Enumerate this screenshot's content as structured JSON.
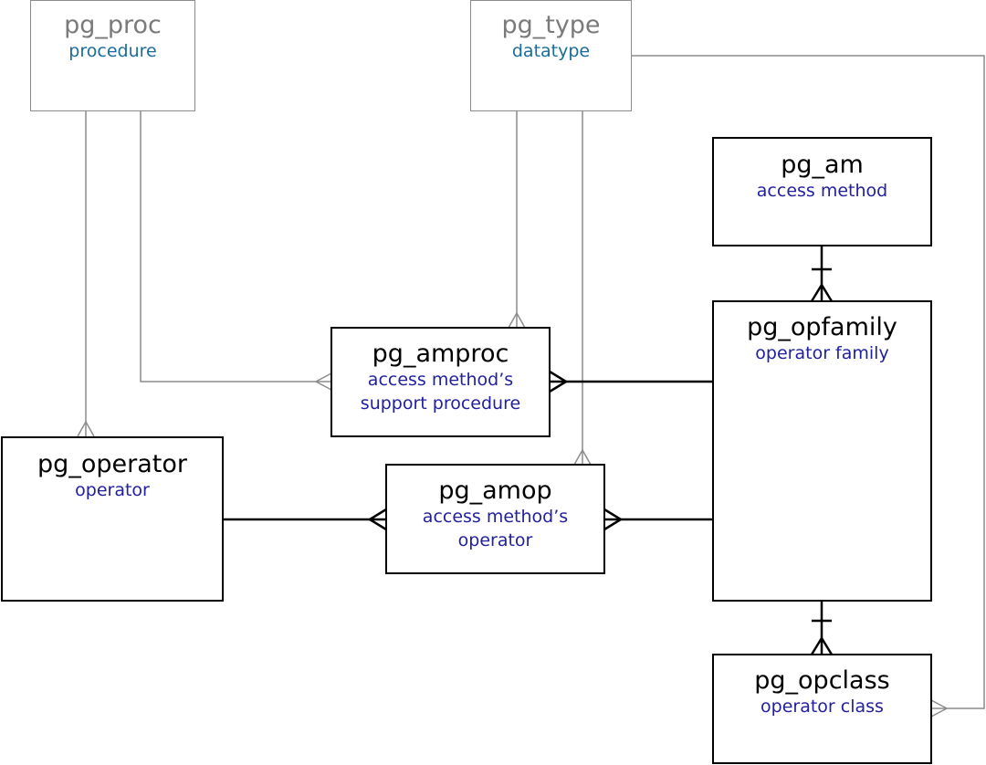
{
  "colors": {
    "strong_line": "#000000",
    "weak_line": "#8c8c8c",
    "title_strong": "#000000",
    "title_weak": "#7a7a7a",
    "subtitle_strong": "#1f1fa0",
    "subtitle_weak": "#1a6c9a"
  },
  "entities": {
    "pg_proc": {
      "name": "pg_proc",
      "label": "procedure"
    },
    "pg_type": {
      "name": "pg_type",
      "label": "datatype"
    },
    "pg_am": {
      "name": "pg_am",
      "label": "access method"
    },
    "pg_opfamily": {
      "name": "pg_opfamily",
      "label": "operator family"
    },
    "pg_amproc": {
      "name": "pg_amproc",
      "label_line1": "access method’s",
      "label_line2": "support procedure"
    },
    "pg_operator": {
      "name": "pg_operator",
      "label": "operator"
    },
    "pg_amop": {
      "name": "pg_amop",
      "label_line1": "access method’s",
      "label_line2": "operator"
    },
    "pg_opclass": {
      "name": "pg_opclass",
      "label": "operator class"
    }
  },
  "relationships": [
    {
      "from": "pg_proc",
      "to": "pg_operator",
      "style": "weak",
      "cardinality": "one-to-many"
    },
    {
      "from": "pg_proc",
      "to": "pg_amproc",
      "style": "weak",
      "cardinality": "one-to-many"
    },
    {
      "from": "pg_type",
      "to": "pg_amproc",
      "style": "weak",
      "cardinality": "one-to-many"
    },
    {
      "from": "pg_type",
      "to": "pg_amop",
      "style": "weak",
      "cardinality": "one-to-many"
    },
    {
      "from": "pg_type",
      "to": "pg_opclass",
      "style": "weak",
      "cardinality": "one-to-many"
    },
    {
      "from": "pg_am",
      "to": "pg_opfamily",
      "style": "strong",
      "cardinality": "one-to-many"
    },
    {
      "from": "pg_opfamily",
      "to": "pg_amproc",
      "style": "strong",
      "cardinality": "one-to-many"
    },
    {
      "from": "pg_opfamily",
      "to": "pg_amop",
      "style": "strong",
      "cardinality": "one-to-many"
    },
    {
      "from": "pg_operator",
      "to": "pg_amop",
      "style": "strong",
      "cardinality": "one-to-many"
    },
    {
      "from": "pg_opfamily",
      "to": "pg_opclass",
      "style": "strong",
      "cardinality": "one-to-many"
    }
  ]
}
